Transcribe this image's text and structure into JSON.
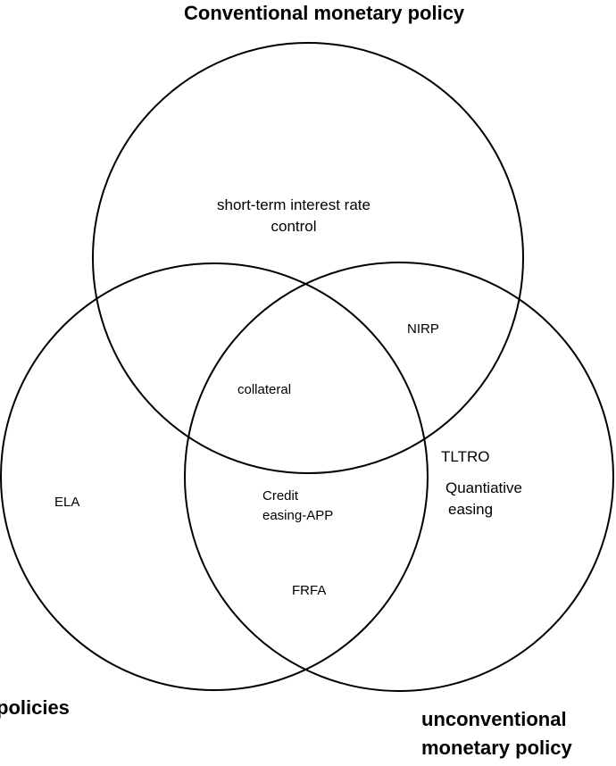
{
  "diagram": {
    "type": "venn",
    "sets": [
      {
        "id": "conventional",
        "title": "Conventional monetary policy"
      },
      {
        "id": "other",
        "title": "policies"
      },
      {
        "id": "unconventional",
        "title_lines": [
          "unconventional",
          "monetary policy"
        ]
      }
    ],
    "regions": {
      "conventional_only": {
        "lines": [
          "short-term interest rate",
          "control"
        ]
      },
      "conventional_unconventional": {
        "text": "NIRP"
      },
      "all_three": {
        "text": "collateral"
      },
      "unconventional_boundary": {
        "text": "TLTRO"
      },
      "unconventional_only": {
        "lines": [
          "Quantiative",
          "easing"
        ]
      },
      "other_only": {
        "text": "ELA"
      },
      "other_unconventional_upper": {
        "lines": [
          "Credit",
          "easing-APP"
        ]
      },
      "other_unconventional_lower": {
        "text": "FRFA"
      }
    },
    "stroke_color": "#000000",
    "background": "#ffffff"
  }
}
